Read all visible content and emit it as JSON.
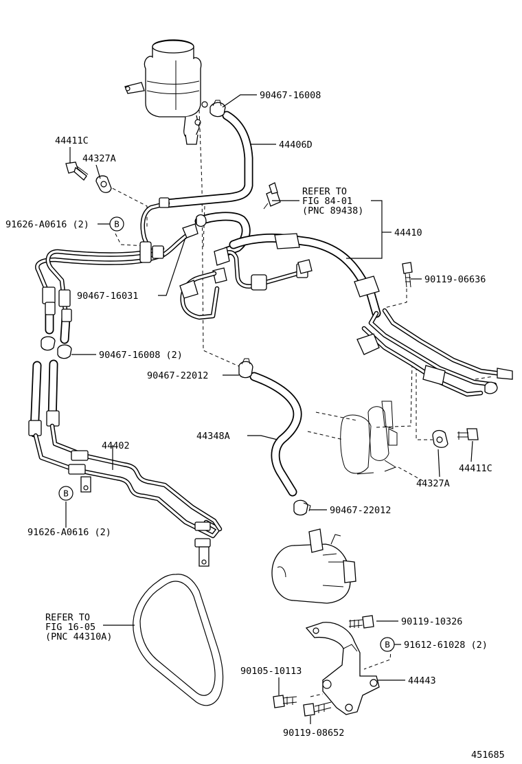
{
  "callouts": {
    "p_90467_16008_top": "90467-16008",
    "p_44406D": "44406D",
    "p_44411C_top": "44411C",
    "p_44327A_top": "44327A",
    "refer_84_line1": "REFER TO",
    "refer_84_line2": "FIG 84-01",
    "refer_84_line3": "(PNC 89438)",
    "p_91626_top": "91626-A0616 (2)",
    "p_44410": "44410",
    "p_90119_06636": "90119-06636",
    "p_90467_16031": "90467-16031",
    "p_90467_16008_2": "90467-16008 (2)",
    "p_90467_22012_upper": "90467-22012",
    "p_44348A": "44348A",
    "p_44402": "44402",
    "p_44411C_right": "44411C",
    "p_44327A_right": "44327A",
    "p_90467_22012_lower": "90467-22012",
    "p_91626_bottom": "91626-A0616 (2)",
    "refer_16_line1": "REFER TO",
    "refer_16_line2": "FIG 16-05",
    "refer_16_line3": "(PNC 44310A)",
    "p_90119_10326": "90119-10326",
    "p_91612_61028": "91612-61028 (2)",
    "p_90105_10113": "90105-10113",
    "p_44443": "44443",
    "p_90119_08652": "90119-08652",
    "figure_number": "451685"
  },
  "markers": {
    "b_top": "B",
    "b_bottom": "B",
    "b_right": "B"
  },
  "colors": {
    "ink": "#000000",
    "paper": "#ffffff"
  }
}
